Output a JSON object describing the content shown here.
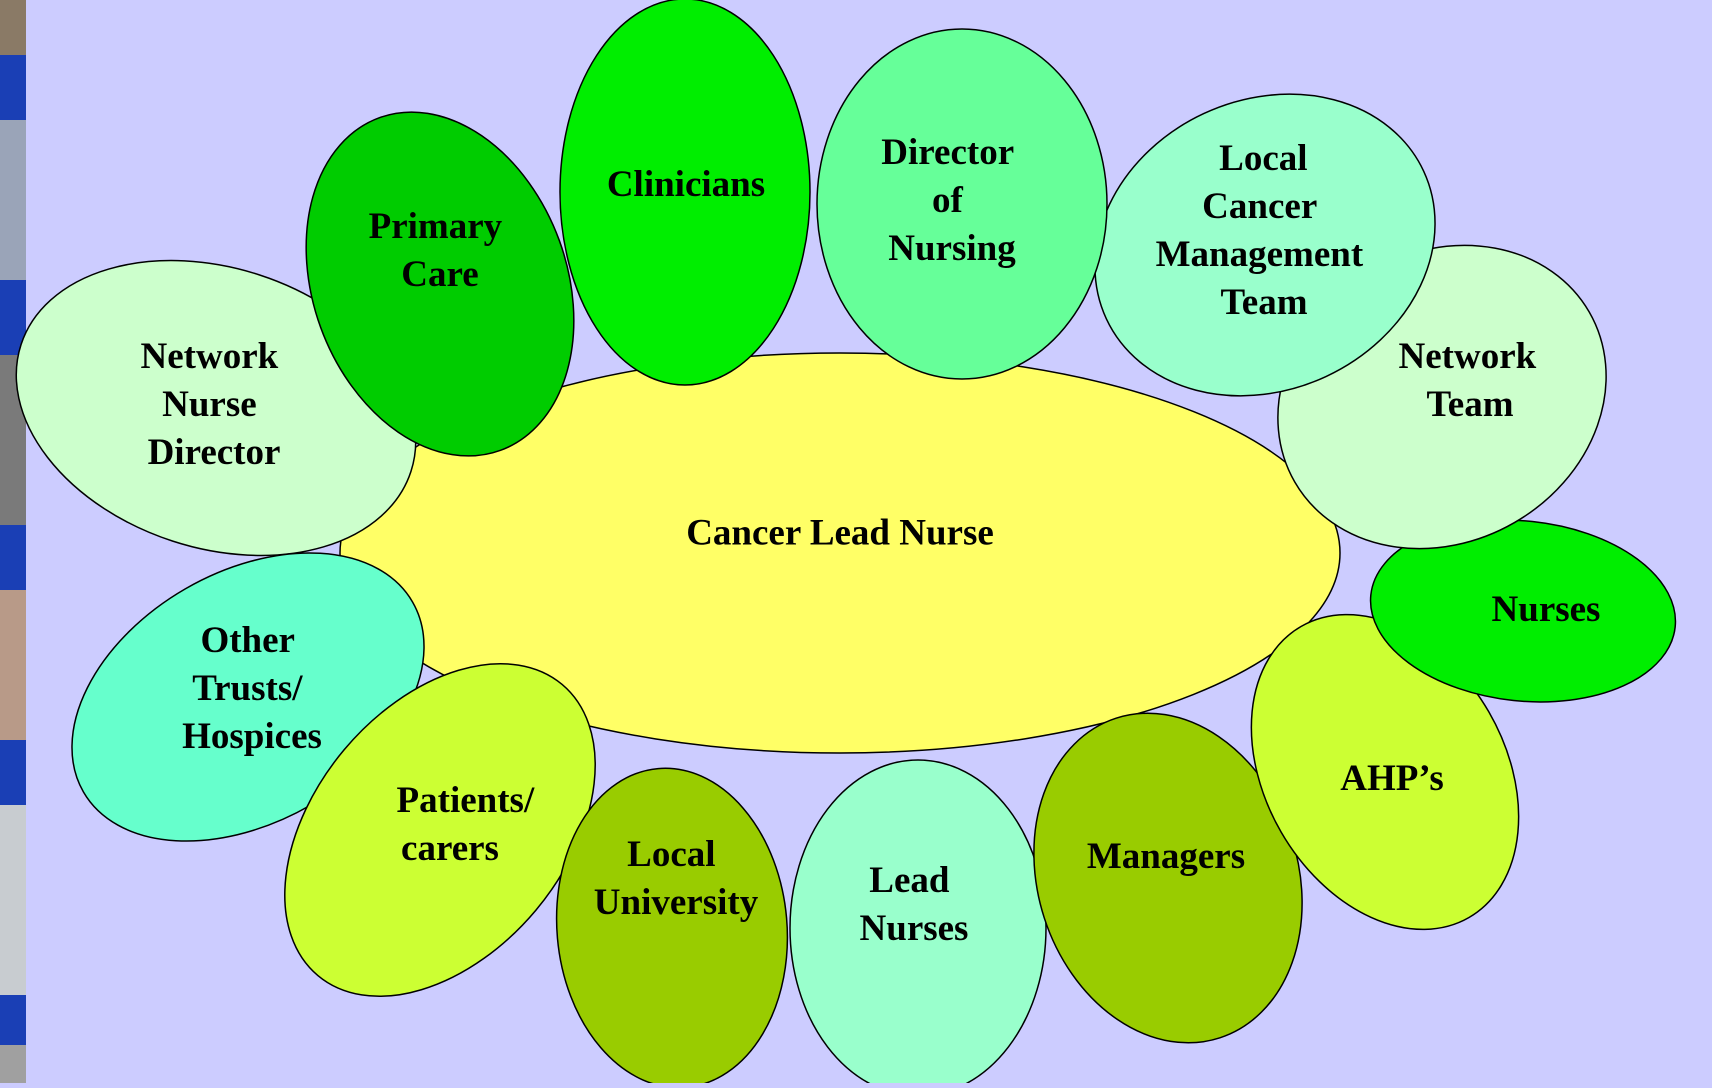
{
  "center": {
    "label": "Cancer Lead Nurse",
    "color": "#ffff66"
  },
  "petals": [
    {
      "id": "network-nurse-director",
      "lines": [
        "Network",
        "Nurse",
        "Director"
      ],
      "color": "#ccffcc"
    },
    {
      "id": "other-trusts-hospices",
      "lines": [
        "Other",
        "Trusts/",
        "Hospices"
      ],
      "color": "#66ffcc"
    },
    {
      "id": "patients-carers",
      "lines": [
        "Patients/",
        "carers"
      ],
      "color": "#ccff33"
    },
    {
      "id": "local-university",
      "lines": [
        "Local",
        "University"
      ],
      "color": "#99cc00"
    },
    {
      "id": "lead-nurses",
      "lines": [
        "Lead",
        "Nurses"
      ],
      "color": "#99ffcc"
    },
    {
      "id": "managers",
      "lines": [
        "Managers"
      ],
      "color": "#99cc00"
    },
    {
      "id": "ahps",
      "lines": [
        "AHP’s"
      ],
      "color": "#ccff33"
    },
    {
      "id": "nurses",
      "lines": [
        "Nurses"
      ],
      "color": "#00ee00"
    },
    {
      "id": "network-team",
      "lines": [
        "Network",
        "Team"
      ],
      "color": "#ccffcc"
    },
    {
      "id": "local-cancer-management-team",
      "lines": [
        "Local",
        "Cancer",
        "Management",
        "Team"
      ],
      "color": "#99ffcc"
    },
    {
      "id": "director-of-nursing",
      "lines": [
        "Director",
        "of",
        "Nursing"
      ],
      "color": "#66ff99"
    },
    {
      "id": "clinicians",
      "lines": [
        "Clinicians"
      ],
      "color": "#00ee00"
    },
    {
      "id": "primary-care",
      "lines": [
        "Primary",
        "Care"
      ],
      "color": "#00cc00"
    }
  ]
}
